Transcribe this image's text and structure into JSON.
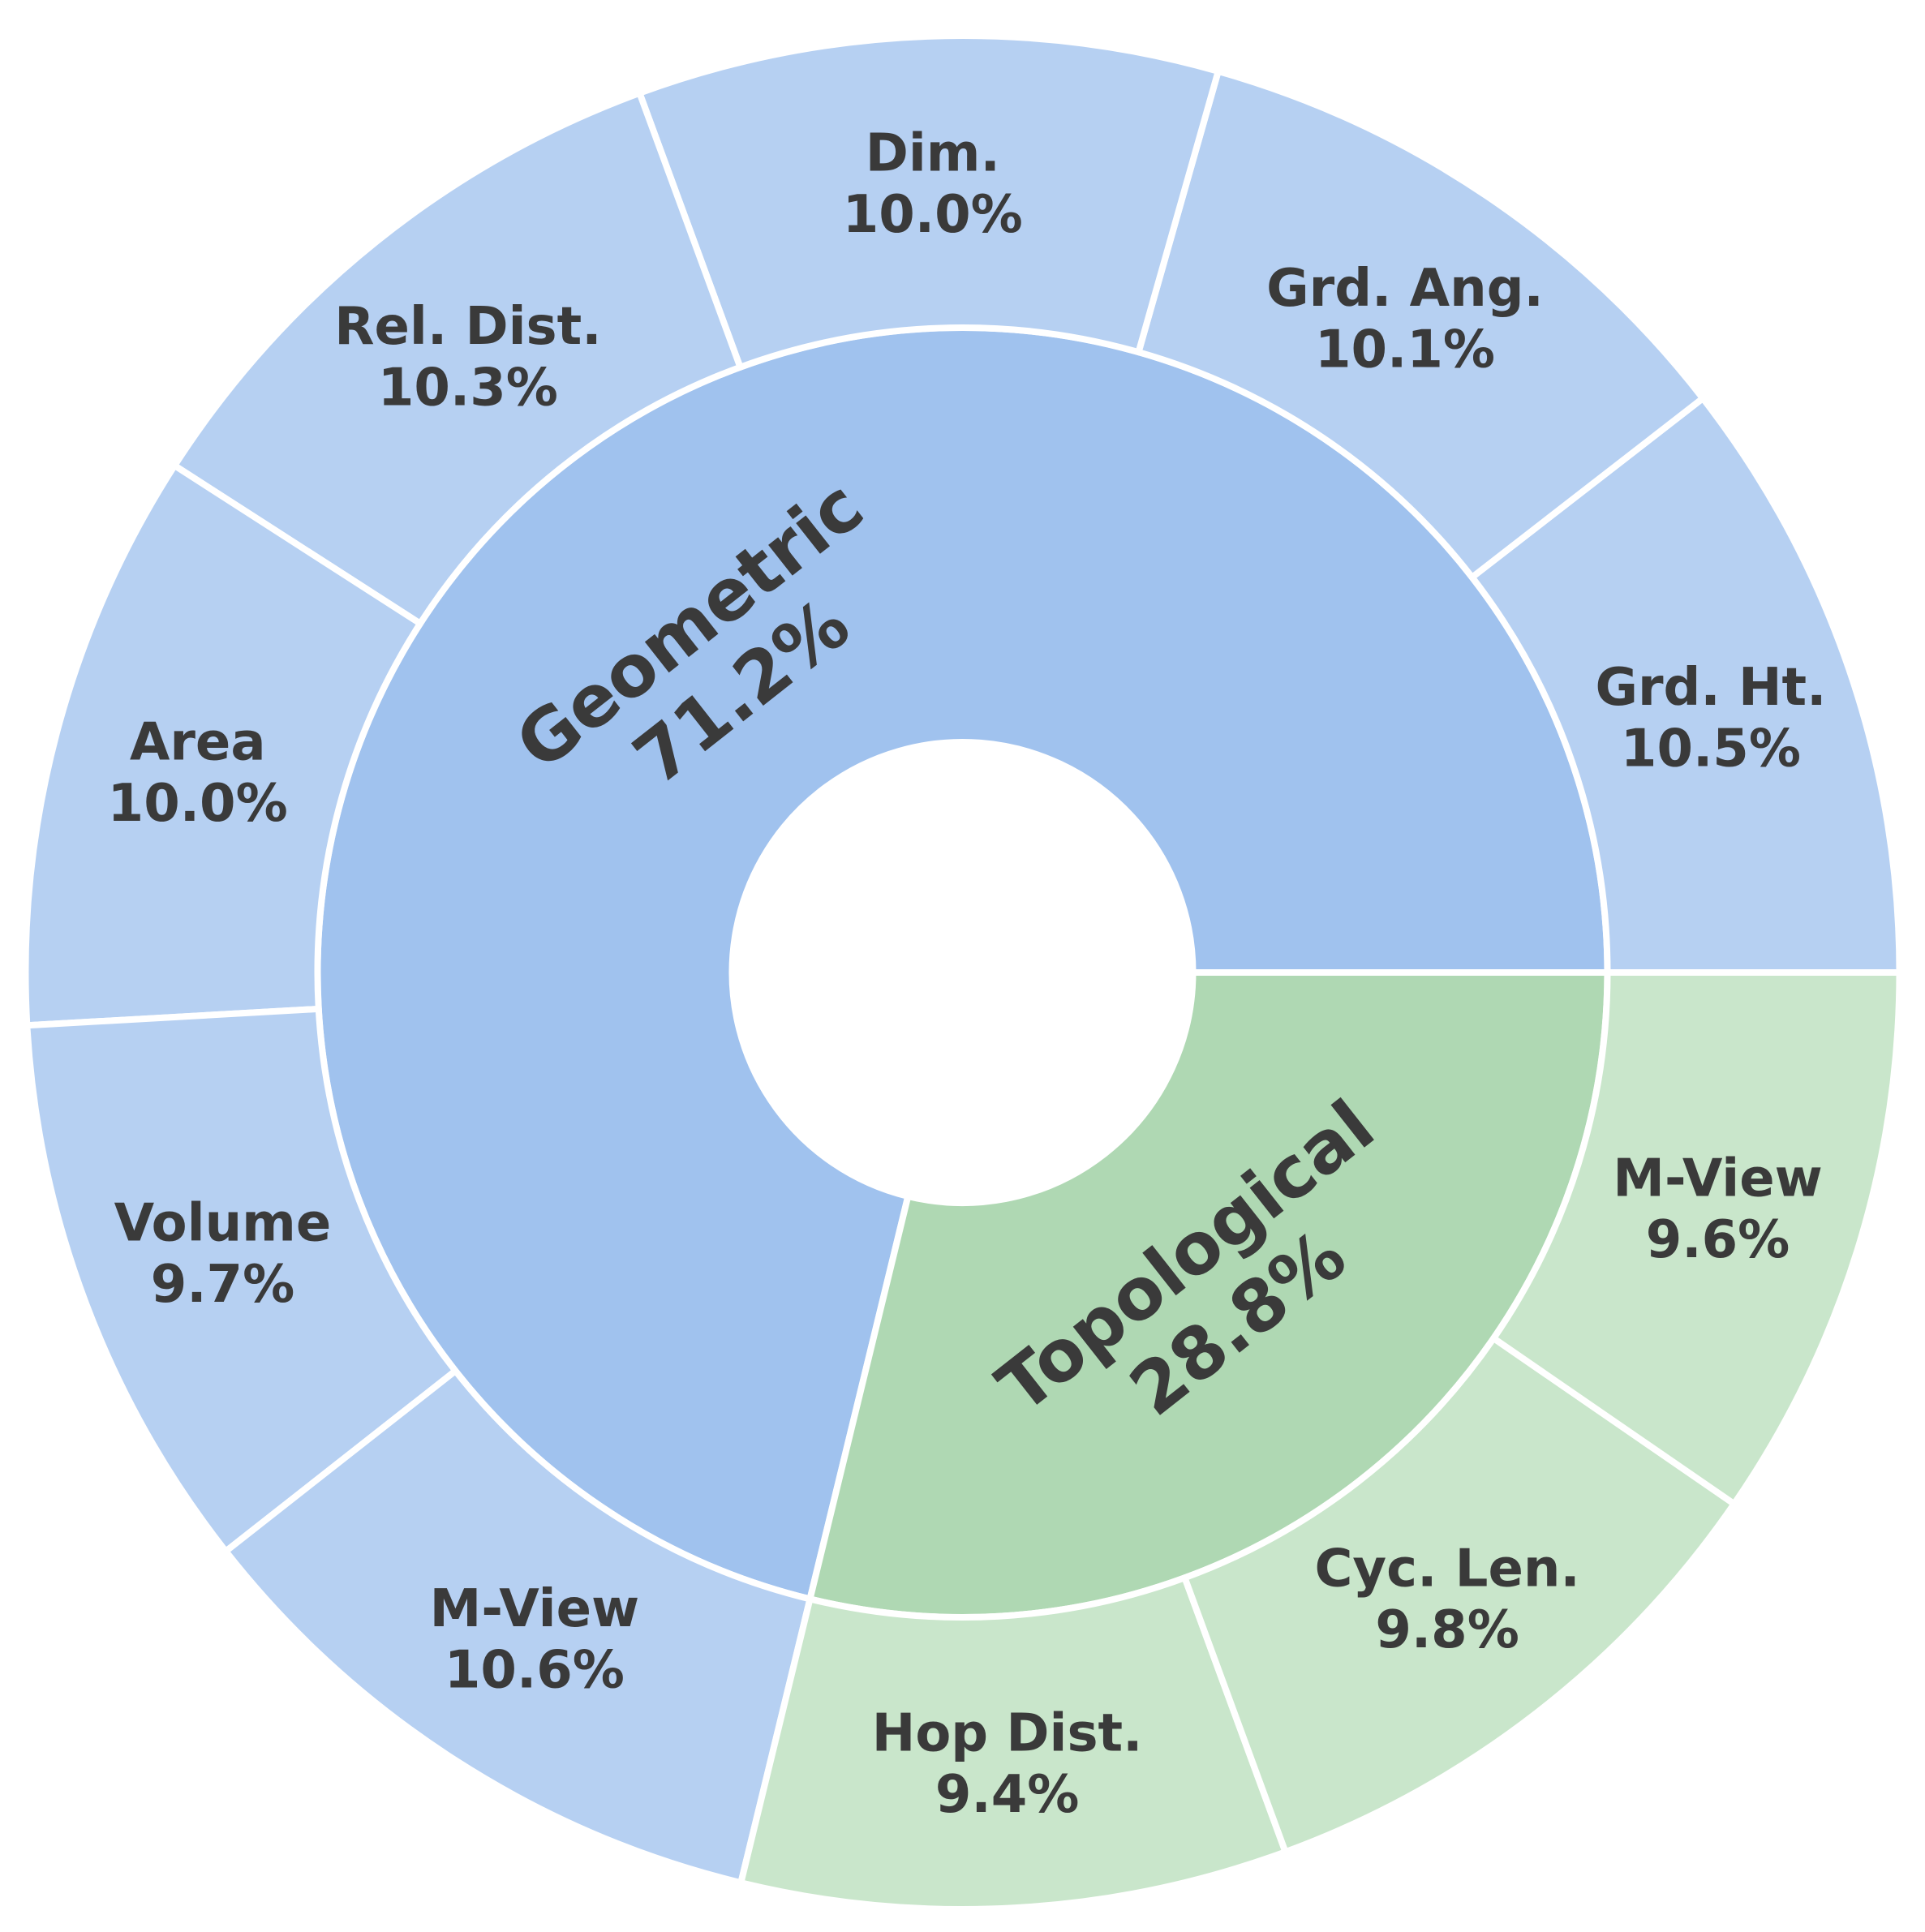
{
  "figure": {
    "background": "#ffffff",
    "text_color": "#3a3a3a",
    "separator_color": "#ffffff"
  },
  "chart_data": {
    "type": "pie",
    "variant": "sunburst-two-ring-donut",
    "direction": "counterclockwise",
    "start_angle_deg": 0,
    "units": "%",
    "title": "",
    "legend": "none",
    "center_hole": true,
    "inner_ring": [
      {
        "label": "Geometric",
        "pct_label": "71.2%",
        "value": 71.2,
        "color": "#a0c2ee"
      },
      {
        "label": "Topological",
        "pct_label": "28.8%",
        "value": 28.8,
        "color": "#afd8b3"
      }
    ],
    "outer_ring": [
      {
        "label": "Grd. Ht.",
        "pct_label": "10.5%",
        "value": 10.5,
        "parent": "Geometric",
        "color": "#b6d0f2"
      },
      {
        "label": "Grd. Ang.",
        "pct_label": "10.1%",
        "value": 10.1,
        "parent": "Geometric",
        "color": "#b6d0f2"
      },
      {
        "label": "Dim.",
        "pct_label": "10.0%",
        "value": 10.0,
        "parent": "Geometric",
        "color": "#b6d0f2"
      },
      {
        "label": "Rel. Dist.",
        "pct_label": "10.3%",
        "value": 10.3,
        "parent": "Geometric",
        "color": "#b6d0f2"
      },
      {
        "label": "Area",
        "pct_label": "10.0%",
        "value": 10.0,
        "parent": "Geometric",
        "color": "#b6d0f2"
      },
      {
        "label": "Volume",
        "pct_label": "9.7%",
        "value": 9.7,
        "parent": "Geometric",
        "color": "#b6d0f2"
      },
      {
        "label": "M-View",
        "pct_label": "10.6%",
        "value": 10.6,
        "parent": "Geometric",
        "color": "#b6d0f2"
      },
      {
        "label": "Hop Dist.",
        "pct_label": "9.4%",
        "value": 9.4,
        "parent": "Topological",
        "color": "#c9e6cb"
      },
      {
        "label": "Cyc. Len.",
        "pct_label": "9.8%",
        "value": 9.8,
        "parent": "Topological",
        "color": "#c9e6cb"
      },
      {
        "label": "M-View",
        "pct_label": "9.6%",
        "value": 9.6,
        "parent": "Topological",
        "color": "#c9e6cb"
      }
    ]
  }
}
